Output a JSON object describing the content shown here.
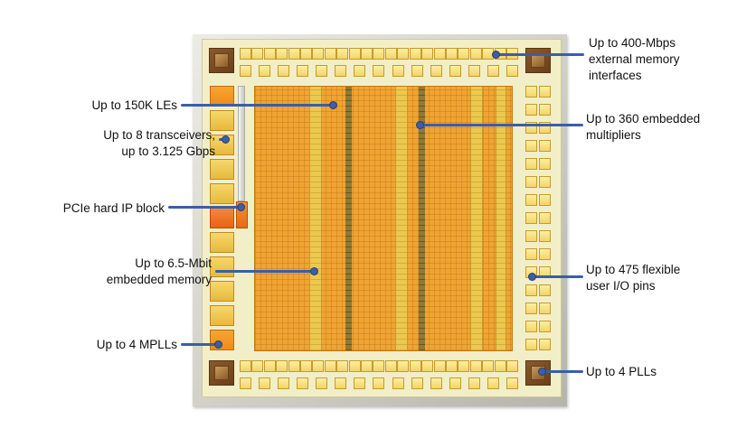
{
  "callouts": {
    "external_memory": {
      "label": "Up to 400-Mbps\nexternal memory\ninterfaces"
    },
    "les": {
      "label": "Up to 150K LEs"
    },
    "transceivers": {
      "label": "Up to 8 transceivers,\nup to 3.125 Gbps"
    },
    "pcie": {
      "label": "PCIe hard IP block"
    },
    "embedded_memory": {
      "label": "Up to 6.5-Mbit\nembedded memory"
    },
    "mplls": {
      "label": "Up to 4 MPLLs"
    },
    "multipliers": {
      "label": "Up to 360 embedded\nmultipliers"
    },
    "io_pins": {
      "label": "Up to 475 flexible\nuser I/O pins"
    },
    "plls": {
      "label": "Up to 4 PLLs"
    }
  },
  "colors": {
    "callout_blue": "#3b5ea6",
    "core_orange": "#f0a432",
    "memory_stripe_yellow": "#ecc94e",
    "multiplier_stripe_dark": "#8f7a35",
    "pad_yellow": "#f3d468",
    "substrate_cream": "#f2efc8",
    "corner_brown": "#6b3f17",
    "transceiver_gold": "#e8b93c",
    "transceiver_orange": "#ef8a1c",
    "pcie_orange": "#e96a12"
  }
}
